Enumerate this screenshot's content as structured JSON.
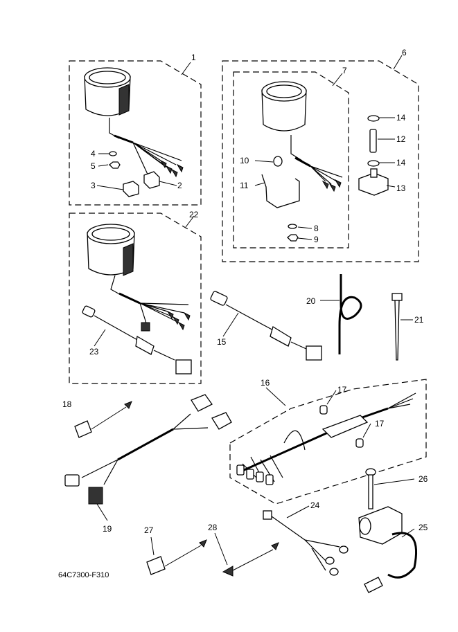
{
  "diagram": {
    "drawing_code": "64C7300-F310",
    "callouts": {
      "c1": "1",
      "c2": "2",
      "c3": "3",
      "c4": "4",
      "c5": "5",
      "c6": "6",
      "c7": "7",
      "c8": "8",
      "c9": "9",
      "c10": "10",
      "c11": "11",
      "c12": "12",
      "c13": "13",
      "c14a": "14",
      "c14b": "14",
      "c15": "15",
      "c16": "16",
      "c17a": "17",
      "c17b": "17",
      "c18": "18",
      "c19": "19",
      "c20": "20",
      "c21": "21",
      "c22": "22",
      "c23": "23",
      "c24": "24",
      "c25": "25",
      "c26": "26",
      "c27": "27",
      "c28": "28"
    },
    "colors": {
      "line": "#000000",
      "background": "#ffffff"
    }
  }
}
